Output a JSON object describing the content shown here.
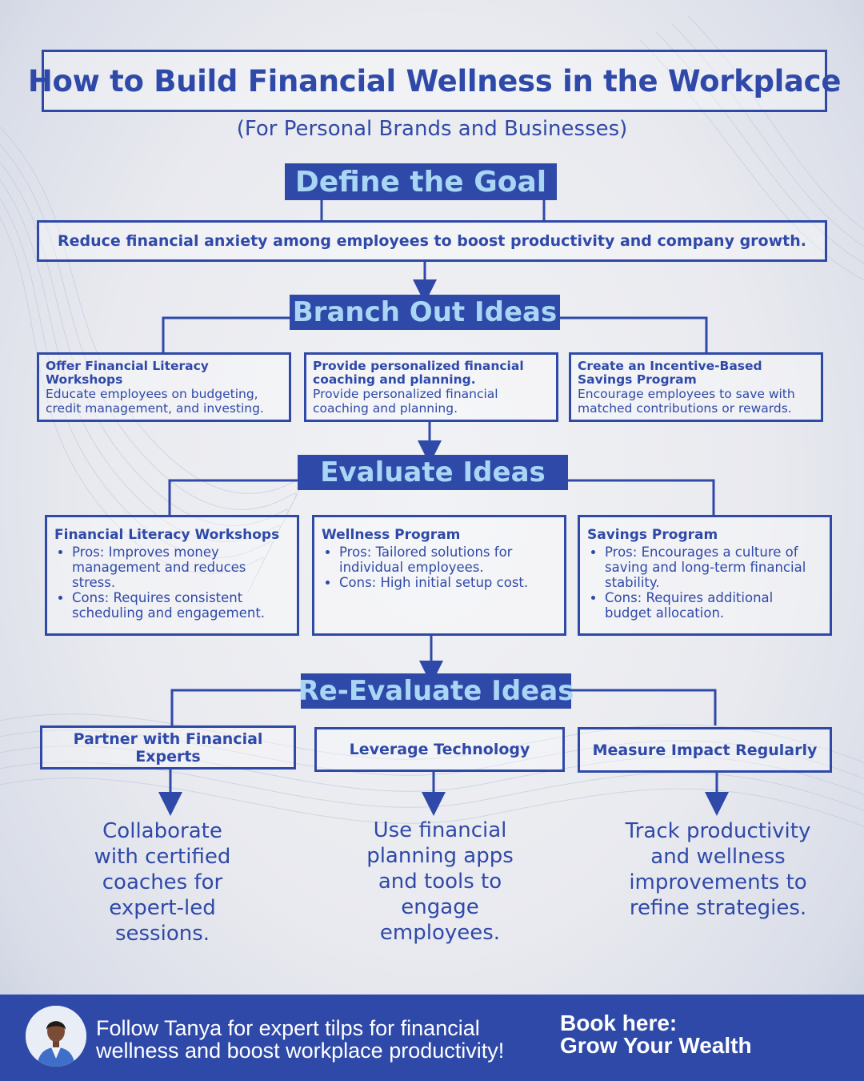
{
  "header": {
    "title": "How to Build Financial Wellness in the Workplace",
    "subtitle": "(For Personal Brands and Businesses)"
  },
  "define": {
    "label": "Define the Goal",
    "goal": "Reduce financial anxiety among employees to boost productivity and company growth."
  },
  "branch": {
    "label": "Branch Out Ideas",
    "ideas": [
      {
        "title": "Offer Financial Literacy Workshops",
        "desc": "Educate employees on budgeting, credit management, and investing."
      },
      {
        "title": "Provide personalized financial coaching and planning.",
        "desc": "Provide personalized financial coaching and planning."
      },
      {
        "title": "Create an Incentive-Based Savings Program",
        "desc": "Encourage employees to save with matched contributions or rewards."
      }
    ]
  },
  "evaluate": {
    "label": "Evaluate Ideas",
    "cards": [
      {
        "title": "Financial Literacy Workshops",
        "pros": "Pros: Improves money management and reduces stress.",
        "cons": "Cons: Requires consistent scheduling and engagement."
      },
      {
        "title": "Wellness Program",
        "pros": "Pros: Tailored solutions for individual employees.",
        "cons": "Cons: High initial setup cost."
      },
      {
        "title": "Savings Program",
        "pros": "Pros: Encourages a culture of saving and long-term financial stability.",
        "cons": "Cons: Requires additional budget allocation."
      }
    ]
  },
  "reevaluate": {
    "label": "Re-Evaluate Ideas",
    "items": [
      {
        "title": "Partner with Financial Experts",
        "outcome": "Collaborate with certified coaches for expert-led sessions."
      },
      {
        "title": "Leverage Technology",
        "outcome": "Use financial planning apps and tools to engage employees."
      },
      {
        "title": "Measure Impact Regularly",
        "outcome": "Track productivity and wellness improvements to refine strategies."
      }
    ]
  },
  "footer": {
    "follow_text": "Follow Tanya for expert tilps for financial wellness and boost workplace productivity!",
    "book_label": "Book here:",
    "book_link": "Grow Your Wealth"
  },
  "colors": {
    "primary": "#2f49a8",
    "pill_text": "#a9d6f5",
    "background": "#ecedf1"
  }
}
